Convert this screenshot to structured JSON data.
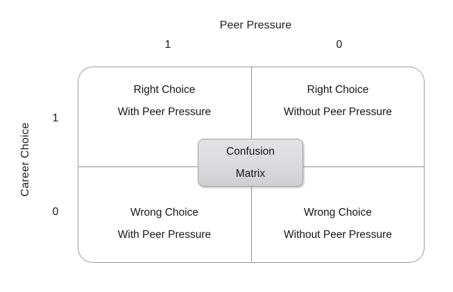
{
  "diagram": {
    "column_axis": {
      "title": "Peer Pressure",
      "ticks": [
        "1",
        "0"
      ]
    },
    "row_axis": {
      "title": "Career Choice",
      "ticks": [
        "1",
        "0"
      ]
    },
    "center_callout": {
      "line1": "Confusion",
      "line2": "Matrix"
    },
    "quadrants": [
      {
        "position": "top-left",
        "row": "1",
        "column": "1",
        "line1": "Right Choice",
        "line2": "With Peer Pressure"
      },
      {
        "position": "top-right",
        "row": "1",
        "column": "0",
        "line1": "Right Choice",
        "line2": "Without Peer Pressure"
      },
      {
        "position": "bottom-left",
        "row": "0",
        "column": "1",
        "line1": "Wrong Choice",
        "line2": "With Peer Pressure"
      },
      {
        "position": "bottom-right",
        "row": "0",
        "column": "0",
        "line1": "Wrong Choice",
        "line2": "Without Peer Pressure"
      }
    ],
    "colors": {
      "background": "#ffffff",
      "text": "#141414",
      "frame_border": "#9a9a9a",
      "divider": "#8f8f8f",
      "callout_fill_top": "#e3e3e5",
      "callout_fill_bottom": "#cfd0d2",
      "callout_border": "#a3a3a3"
    }
  }
}
